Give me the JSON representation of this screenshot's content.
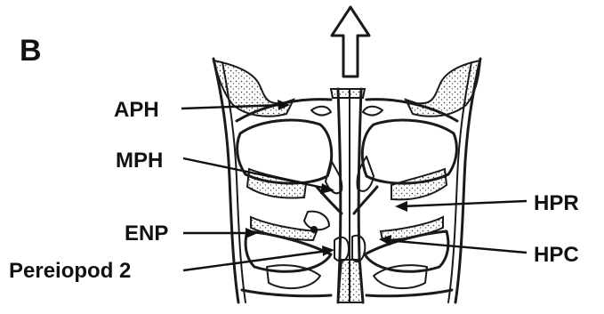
{
  "panel_label": "B",
  "labels": {
    "aph": "APH",
    "mph": "MPH",
    "enp": "ENP",
    "pereiopod": "Pereiopod 2",
    "hpr": "HPR",
    "hpc": "HPC"
  },
  "colors": {
    "ink": "#111111",
    "background": "#ffffff"
  }
}
